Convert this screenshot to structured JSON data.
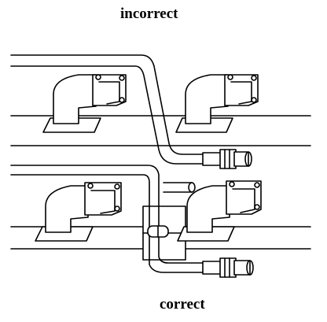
{
  "captions": {
    "top": "incorrect",
    "bottom": "correct"
  },
  "diagram": {
    "panels": [
      {
        "name": "incorrect-routing",
        "pipe_routing": "over manifold, away from body"
      },
      {
        "name": "correct-routing",
        "pipe_routing": "clipped to body between elbows"
      }
    ],
    "colors": {
      "line": "#000000",
      "background": "#ffffff"
    }
  }
}
